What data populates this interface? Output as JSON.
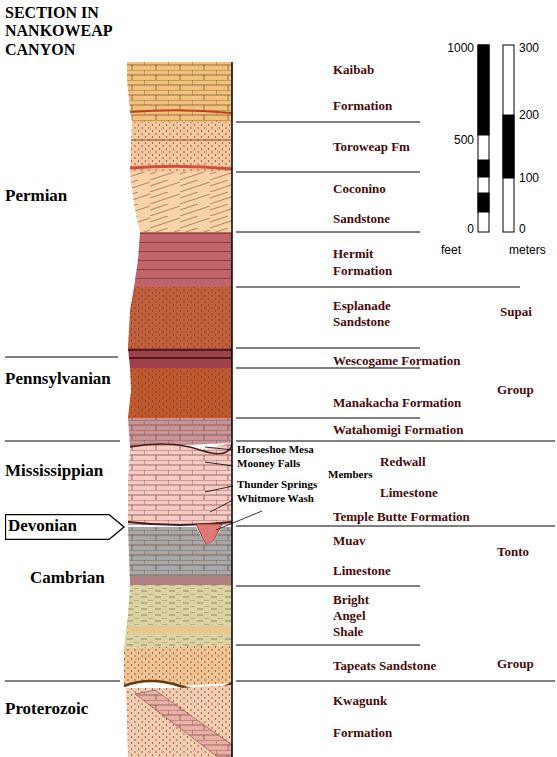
{
  "diagram": {
    "title": "SECTION IN NANKOWEAP CANYON",
    "nodes": [
      {
        "text": [
          "Devonian"
        ]
      }
    ],
    "labels": [
      "Kaibab",
      "Formation",
      "Toroweap Fm",
      "Coconino",
      "Sandstone",
      "Hermit",
      "Formation",
      "Esplanade",
      "Sandstone",
      "Supai",
      "Wescogame Formation",
      "Group",
      "Manakacha Formation",
      "Watahomigi Formation",
      "Horseshoe Mesa",
      "Redwall",
      "Mooney Falls",
      "Members",
      "Thunder Springs",
      "Limestone",
      "Whitmore Wash",
      "Temple Butte Formation",
      "Muav",
      "Tonto",
      "Limestone",
      "Bright",
      "Angel",
      "Shale",
      "Tapeats Sandstone",
      "Group",
      "Kwagunk",
      "Formation",
      "Permian",
      "Pennsylvanian",
      "Mississippian",
      "Cambrian",
      "Proterozoic",
      "1000",
      "500",
      "0",
      "feet",
      "300",
      "200",
      "100",
      "0",
      "meters"
    ]
  }
}
